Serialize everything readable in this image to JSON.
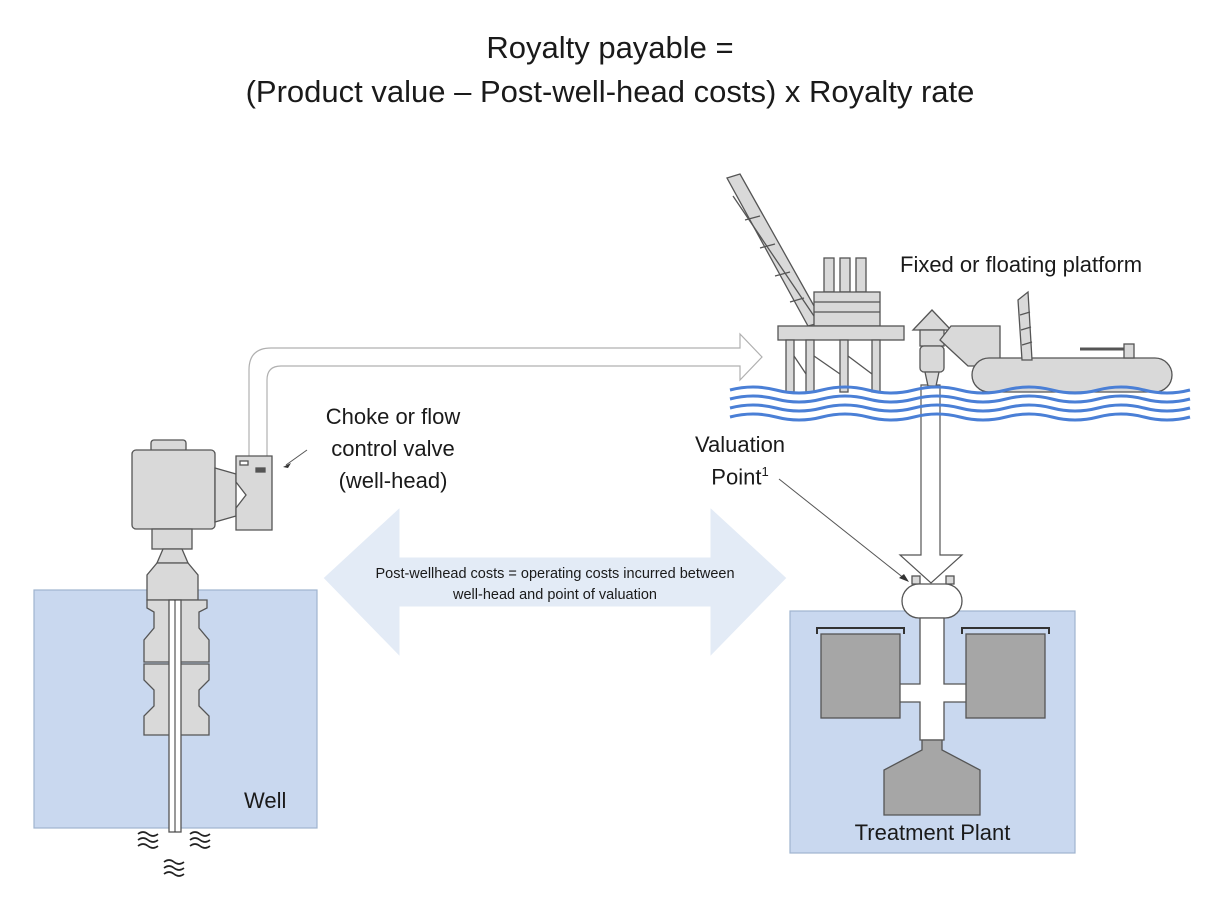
{
  "title": {
    "line1": "Royalty payable =",
    "line2": "(Product value – Post-well-head costs) x Royalty rate"
  },
  "labels": {
    "platform": "Fixed or floating platform",
    "choke_line1": "Choke or flow",
    "choke_line2": "control valve",
    "choke_line3": "(well-head)",
    "valuation_line1": "Valuation",
    "valuation_line2": "Point",
    "valuation_superscript": "1",
    "costs_line1": "Post-wellhead costs = operating costs incurred between",
    "costs_line2": "well-head and point of valuation",
    "well": "Well",
    "treatment_plant": "Treatment Plant"
  },
  "colors": {
    "panel_fill": "#c9d8ef",
    "panel_stroke": "#9fb3cf",
    "component_fill": "#d9d9d9",
    "component_stroke": "#555555",
    "tank_fill": "#a6a6a6",
    "water": "#4a7fd6",
    "arrow_fill": "#e3ebf6"
  },
  "icons": {
    "wellhead": "wellhead-valve-icon",
    "platform": "offshore-platform-icon",
    "vessel": "floating-vessel-icon",
    "water": "sea-waves-icon",
    "plant": "treatment-plant-icon",
    "reservoir": "reservoir-flow-icon"
  }
}
